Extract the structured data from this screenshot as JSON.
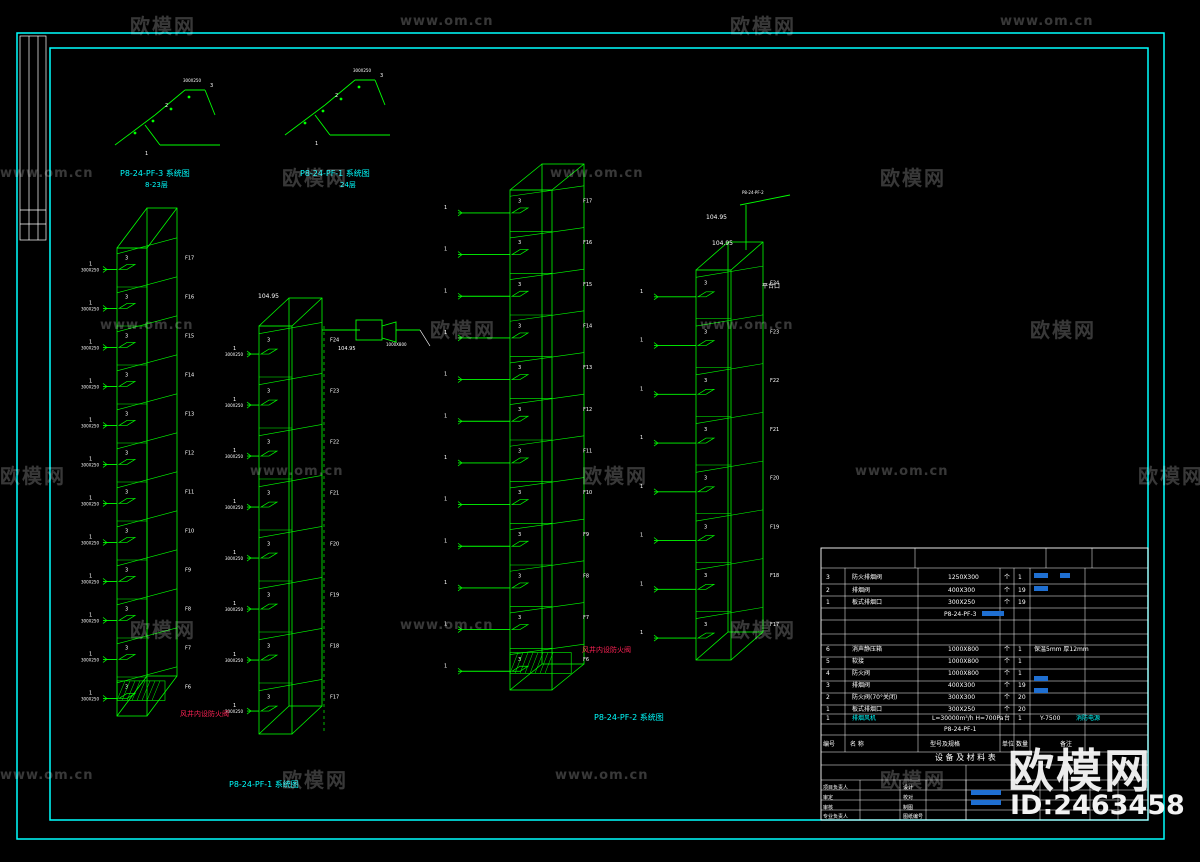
{
  "colors": {
    "background": "#000000",
    "frame": "#00ffff",
    "drawing": "#00ff00",
    "annotation": "#ffffff",
    "title_text": "#00ffff",
    "table_line": "#ffffff",
    "watermark": "rgba(255,255,255,0.22)"
  },
  "watermark": {
    "text_cn": "欧模网",
    "text_url": "www.om.cn"
  },
  "stamp": {
    "logo": "欧模网",
    "id": "ID:2463458"
  },
  "risers": {
    "a": {
      "caption": "P8-24-PF-3 系统图",
      "sub": "8-23层",
      "top_elev": "",
      "floors": [
        "F17",
        "F16",
        "F15",
        "F14",
        "F13",
        "F12",
        "F11",
        "F10",
        "F9",
        "F8",
        "F7",
        "F6"
      ],
      "note": "风井内设防火阀"
    },
    "b": {
      "caption": "P8-24-PF-1 系统图",
      "sub": "24层",
      "top_elev": "104.95",
      "floors": [
        "F24",
        "F23",
        "F22",
        "F21",
        "F20",
        "F19",
        "F18",
        "F17"
      ],
      "note": ""
    },
    "c": {
      "caption": "P8-24-PF-2 系统图",
      "sub": "",
      "top_elev": "",
      "floors": [
        "F17",
        "F16",
        "F15",
        "F14",
        "F13",
        "F12",
        "F11",
        "F10",
        "F9",
        "F8",
        "F7",
        "F6"
      ],
      "note": "风井内设防火阀"
    },
    "d": {
      "caption": "P8-24-PF-2 系统图",
      "sub": "",
      "top_elev": "104.95",
      "floors": [
        "F24",
        "F23",
        "F22",
        "F21",
        "F20",
        "F19",
        "F18",
        "F17"
      ],
      "note": "平台口"
    }
  },
  "fan_label": "Y-7500",
  "equipment_table": {
    "title": "设 备 及 材 料 表",
    "headers": [
      "编号",
      "名    称",
      "型号及规格",
      "单位",
      "数量",
      "备注"
    ],
    "group1_label": "P8-24-PF-3",
    "group1": [
      {
        "no": "3",
        "name": "防火排烟阀",
        "spec": "1250X300",
        "unit": "个",
        "qty": "1"
      },
      {
        "no": "2",
        "name": "排烟阀",
        "spec": "400X300",
        "unit": "个",
        "qty": "19"
      },
      {
        "no": "1",
        "name": "板式排烟口",
        "spec": "300X250",
        "unit": "个",
        "qty": "19"
      }
    ],
    "group2_label": "P8-24-PF-1",
    "group2": [
      {
        "no": "6",
        "name": "消声静压箱",
        "spec": "1000X800",
        "unit": "个",
        "qty": "1",
        "remark": "保温5mm 厚12mm"
      },
      {
        "no": "5",
        "name": "软接",
        "spec": "1000X800",
        "unit": "个",
        "qty": "1"
      },
      {
        "no": "4",
        "name": "防火阀",
        "spec": "1000X800",
        "unit": "个",
        "qty": "1"
      },
      {
        "no": "3",
        "name": "排烟阀",
        "spec": "400X300",
        "unit": "个",
        "qty": "19"
      },
      {
        "no": "2",
        "name": "防火阀(70°关闭)",
        "spec": "300X300",
        "unit": "个",
        "qty": "20"
      },
      {
        "no": "1",
        "name": "板式排烟口",
        "spec": "300X250",
        "unit": "个",
        "qty": "20"
      }
    ],
    "fan_row": {
      "no": "1",
      "name": "排烟风机",
      "spec": "L=30000m³/h H=700Pa",
      "unit": "台",
      "qty": "1",
      "remark": "消防电源"
    }
  },
  "title_block": {
    "rows": [
      [
        "项目负责人",
        "",
        "设计",
        ""
      ],
      [
        "审定",
        "",
        "校对",
        ""
      ],
      [
        "审核",
        "",
        "制图",
        ""
      ],
      [
        "专业负责人",
        "",
        "",
        "图纸编号"
      ]
    ]
  }
}
